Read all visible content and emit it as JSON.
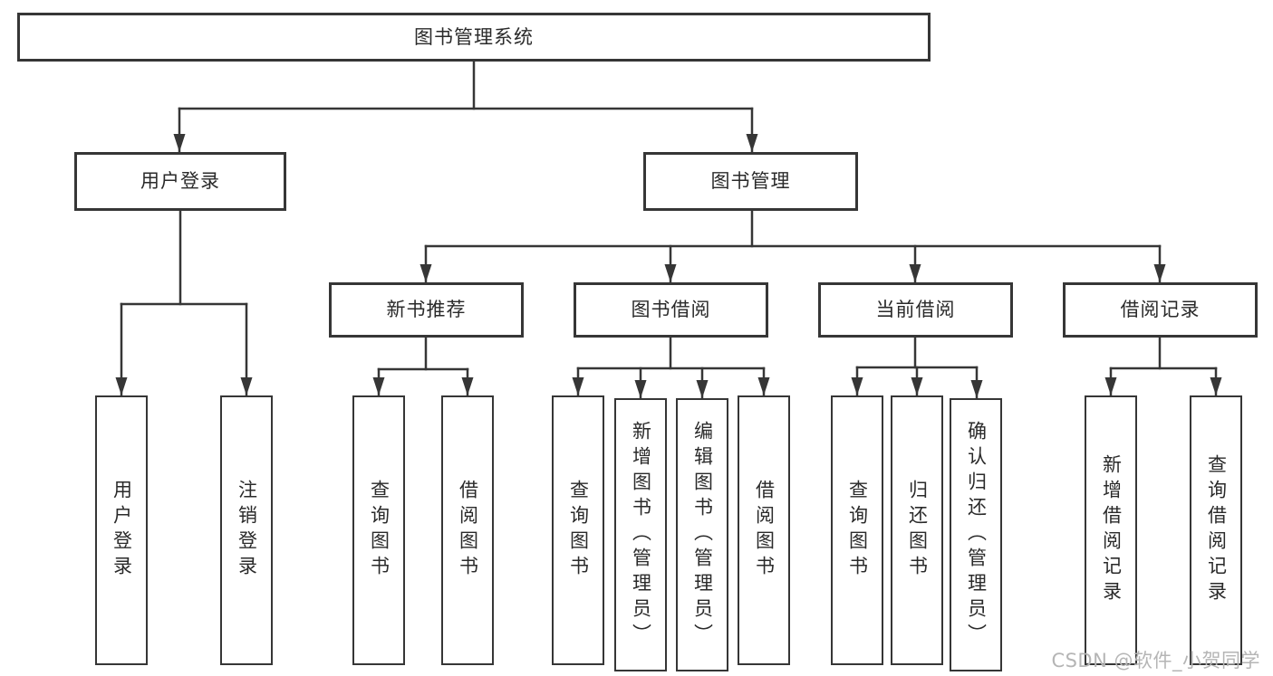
{
  "colors": {
    "line": "#363636",
    "box_border": "#363636",
    "text": "#2a2a2a",
    "watermark_text": "#b5b5b5",
    "background": "#ffffff"
  },
  "watermark": {
    "text": "CSDN @软件_小贺同学"
  },
  "tree": {
    "label": "图书管理系统",
    "children": [
      {
        "label": "用户登录",
        "children": [
          {
            "label": "用户登录"
          },
          {
            "label": "注销登录"
          }
        ]
      },
      {
        "label": "图书管理",
        "children": [
          {
            "label": "新书推荐",
            "children": [
              {
                "label": "查询图书"
              },
              {
                "label": "借阅图书"
              }
            ]
          },
          {
            "label": "图书借阅",
            "children": [
              {
                "label": "查询图书"
              },
              {
                "label": "新增图书（管理员）"
              },
              {
                "label": "编辑图书（管理员）"
              },
              {
                "label": "借阅图书"
              }
            ]
          },
          {
            "label": "当前借阅",
            "children": [
              {
                "label": "查询图书"
              },
              {
                "label": "归还图书"
              },
              {
                "label": "确认归还（管理员）"
              }
            ]
          },
          {
            "label": "借阅记录",
            "children": [
              {
                "label": "新增借阅记录"
              },
              {
                "label": "查询借阅记录"
              }
            ]
          }
        ]
      }
    ]
  }
}
